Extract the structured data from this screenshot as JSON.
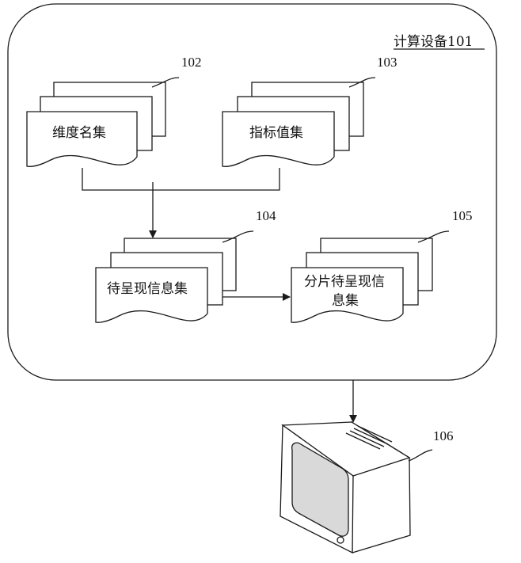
{
  "device": {
    "label": "计算设备101"
  },
  "nodes": {
    "dimension_set": {
      "label": "维度名集",
      "ref": "102"
    },
    "metric_set": {
      "label": "指标值集",
      "ref": "103"
    },
    "pending_info_set": {
      "label": "待呈现信息集",
      "ref": "104"
    },
    "sharded_set": {
      "label_line1": "分片待呈现信",
      "label_line2": "息集",
      "ref": "105"
    }
  },
  "display": {
    "ref": "106"
  },
  "colors": {
    "ink": "#1a1a1a",
    "screen": "#d9d9d9",
    "background": "#ffffff"
  }
}
